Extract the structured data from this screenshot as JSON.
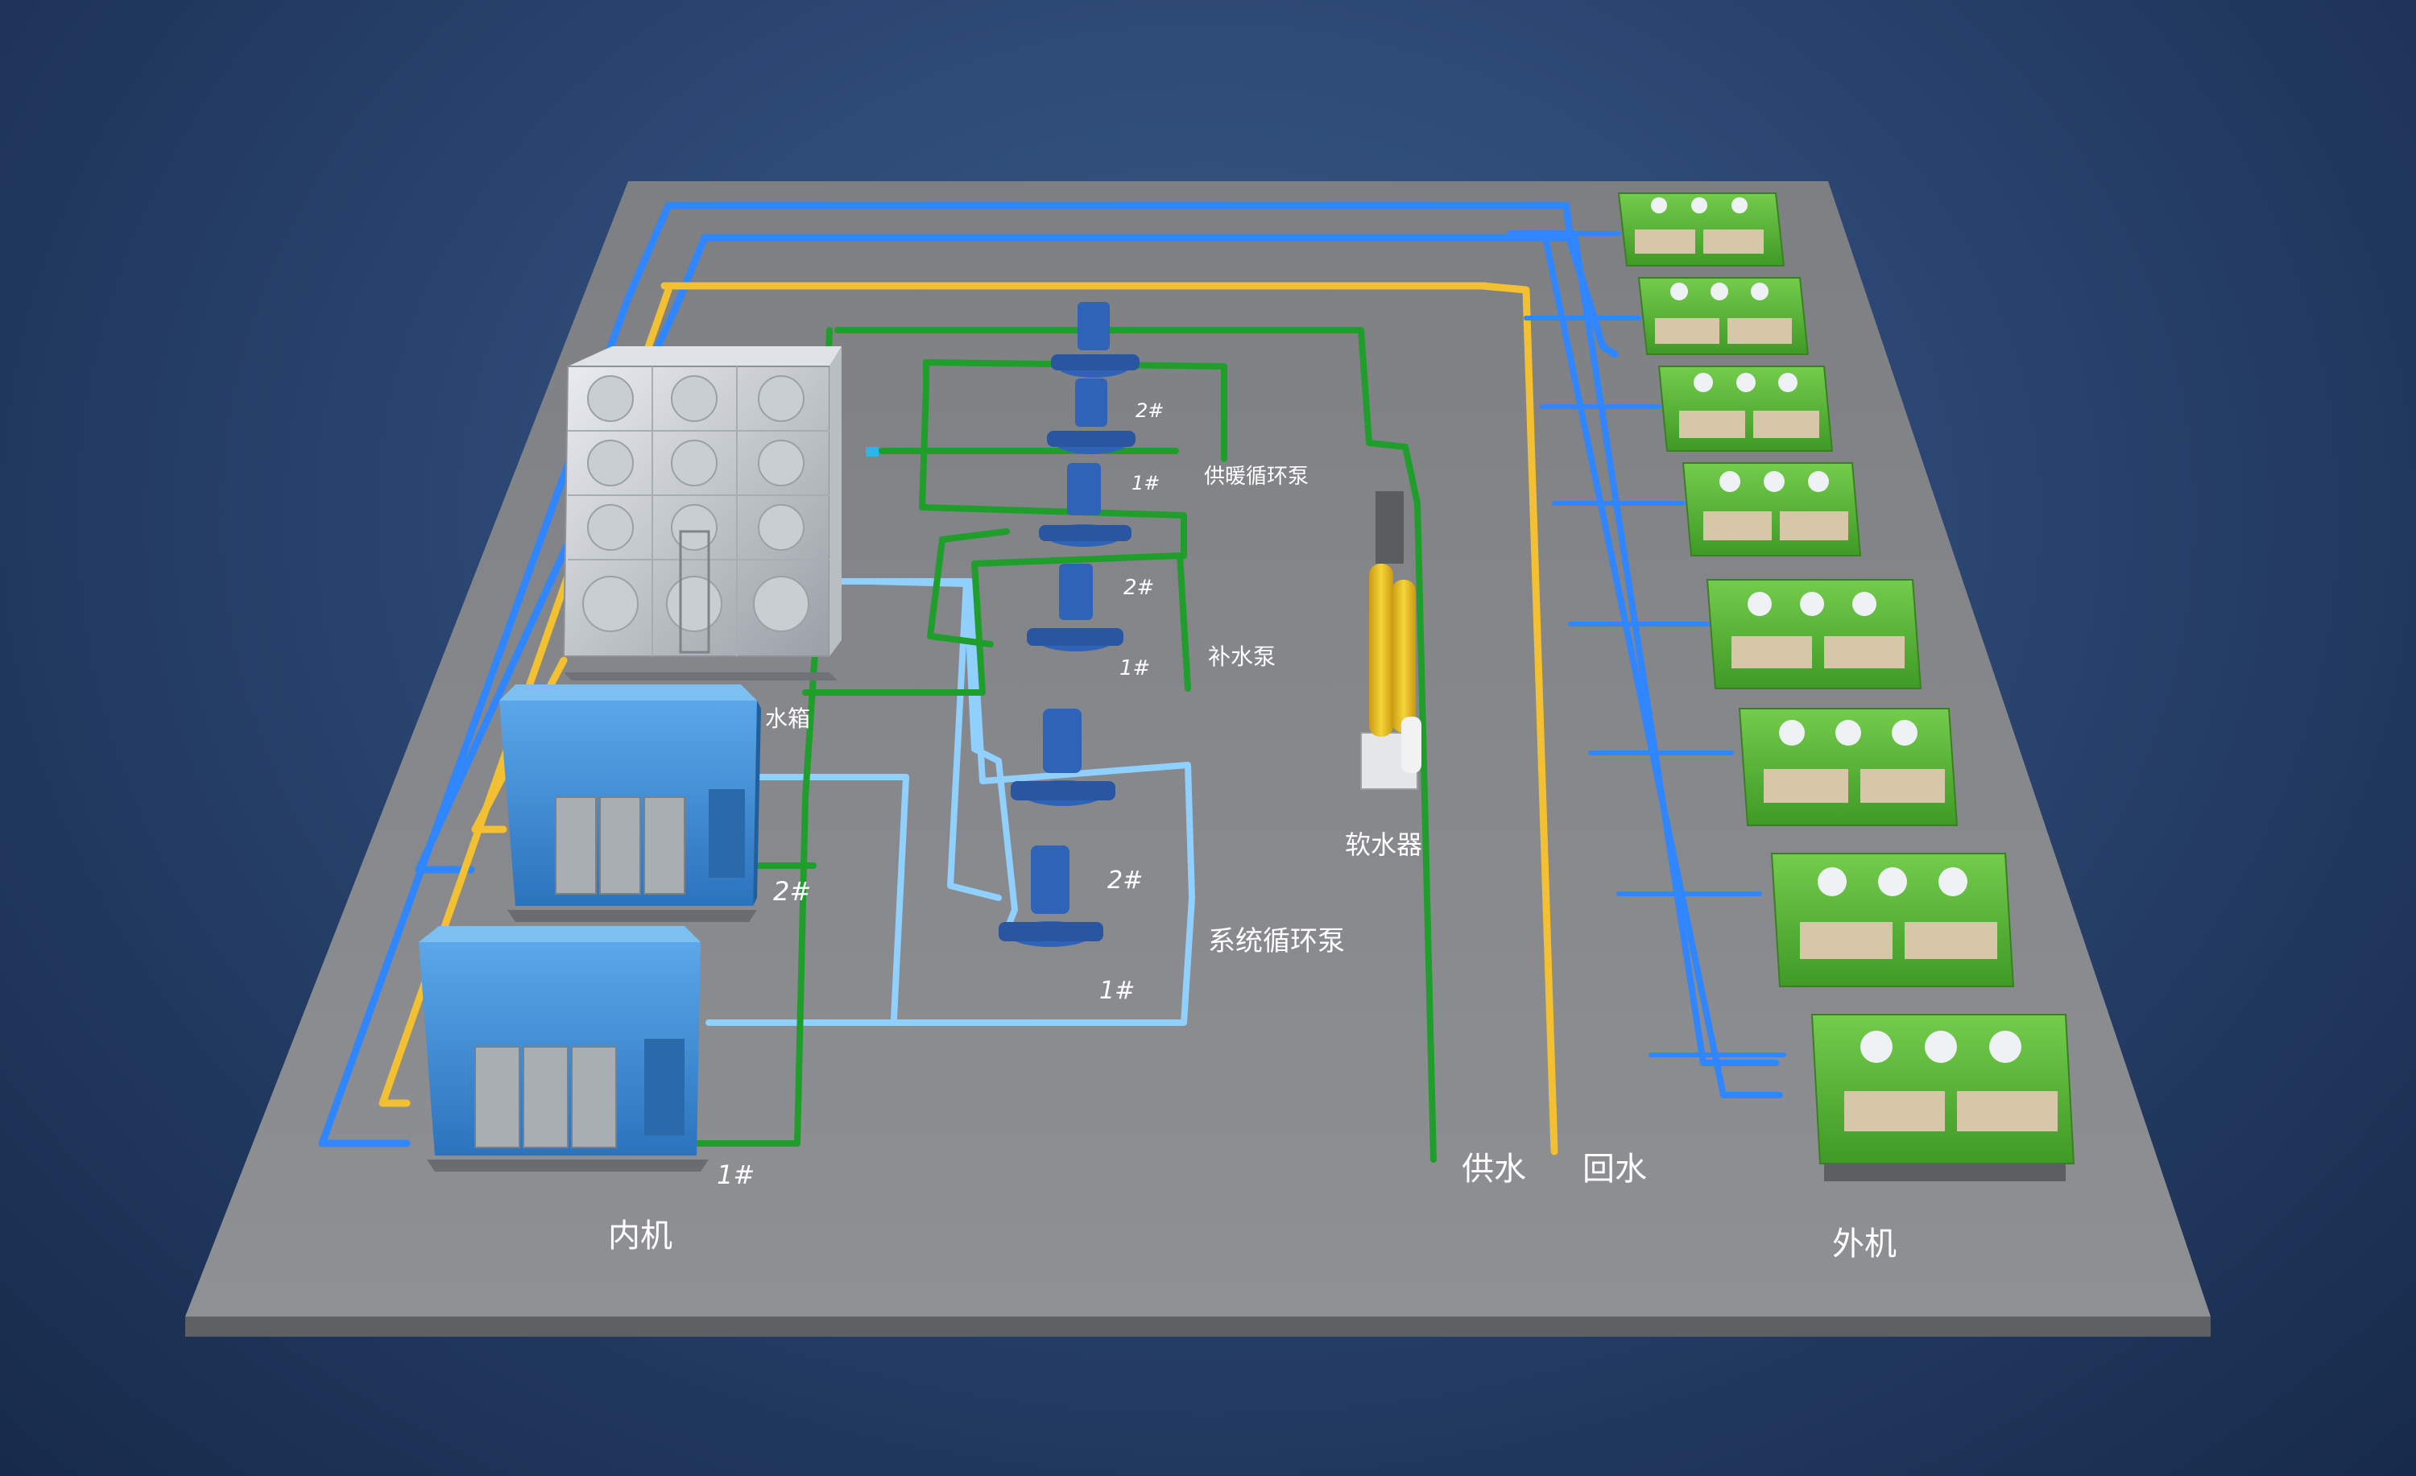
{
  "labels": {
    "water_tank": "水箱",
    "heating_pump": "供暖循环泵",
    "makeup_pump": "补水泵",
    "softener": "软水器",
    "system_pump": "系统循环泵",
    "supply": "供水",
    "return": "回水",
    "indoor": "内机",
    "outdoor": "外机",
    "unit_1": "1#",
    "unit_2": "2#"
  },
  "colors": {
    "background": "#2a4570",
    "floor": "#8a8c8f",
    "pipe_blue": "#2f86ff",
    "pipe_light_blue": "#8fd0ff",
    "pipe_green": "#1f9e2c",
    "pipe_yellow": "#f2c030",
    "indoor_unit": "#3f8fd8",
    "outdoor_unit": "#5cb83a",
    "pump": "#2f63b8",
    "softener": "#e8c020"
  },
  "outdoor_units": {
    "count": 8
  }
}
